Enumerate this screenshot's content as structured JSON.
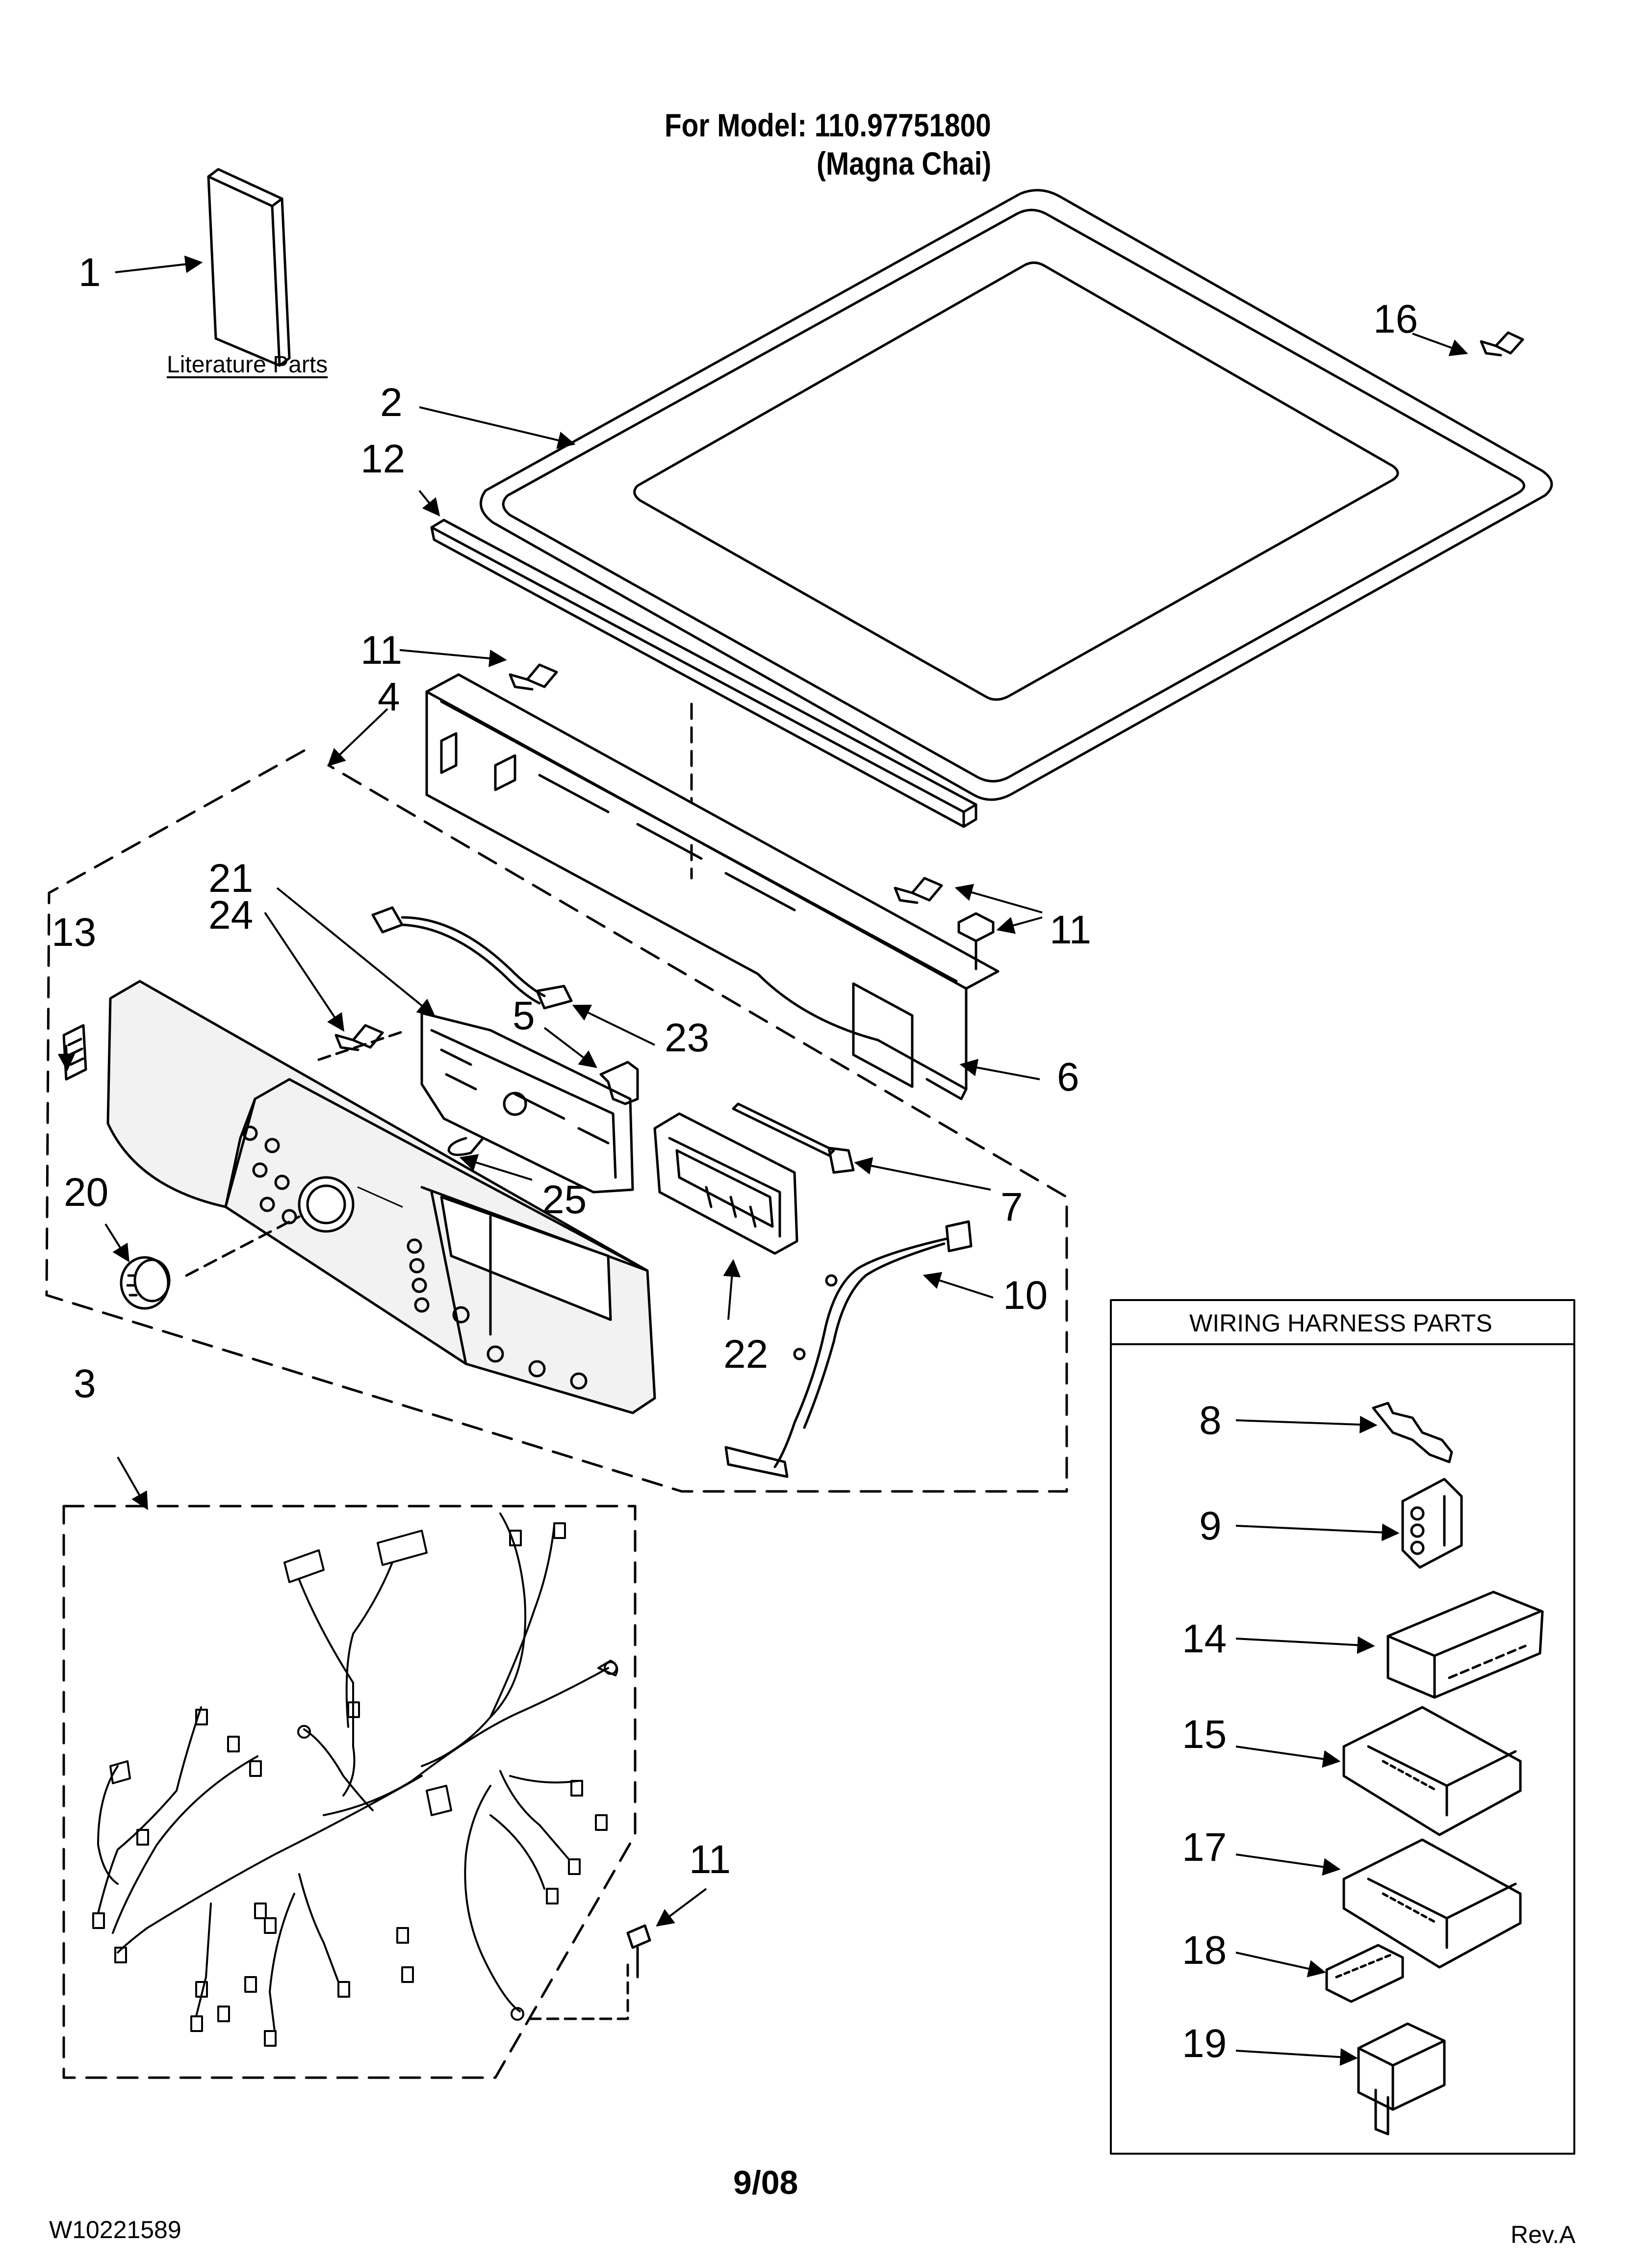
{
  "header": {
    "model_line": "For Model: 110.97751800",
    "model_name": "(Magna Chai)"
  },
  "literature_label": "Literature Parts",
  "callouts": {
    "c1": "1",
    "c2": "2",
    "c3": "3",
    "c4": "4",
    "c5": "5",
    "c6": "6",
    "c7": "7",
    "c8": "8",
    "c9": "9",
    "c10": "10",
    "c11a": "11",
    "c11b": "11",
    "c11c": "11",
    "c12": "12",
    "c13": "13",
    "c14": "14",
    "c15": "15",
    "c16": "16",
    "c17": "17",
    "c18": "18",
    "c19": "19",
    "c20": "20",
    "c21": "21",
    "c22": "22",
    "c23": "23",
    "c24": "24",
    "c25": "25"
  },
  "wiring_box": {
    "title": "WIRING HARNESS PARTS"
  },
  "footer": {
    "doc_number": "W10221589",
    "page_date": "9/08",
    "revision": "Rev.A"
  },
  "colors": {
    "ink": "#000000",
    "panel_fill": "#f2f2f2",
    "paper": "#ffffff"
  }
}
